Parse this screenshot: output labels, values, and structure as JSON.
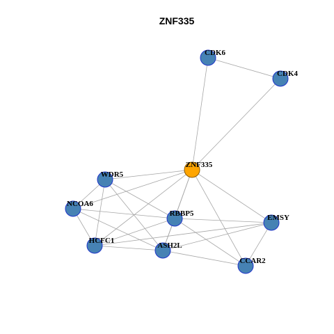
{
  "title": "ZNF335",
  "colors": {
    "node_fill": "#4682b4",
    "center_fill": "#ffa500",
    "edge": "#a6a6a6"
  },
  "nodes": [
    {
      "id": "ZNF335",
      "label": "ZNF335",
      "center": true
    },
    {
      "id": "CDK6",
      "label": "CDK6"
    },
    {
      "id": "CDK4",
      "label": "CDK4"
    },
    {
      "id": "WDR5",
      "label": "WDR5"
    },
    {
      "id": "NCOA6",
      "label": "NCOA6"
    },
    {
      "id": "RBBP5",
      "label": "RBBP5"
    },
    {
      "id": "EMSY",
      "label": "EMSY"
    },
    {
      "id": "HCFC1",
      "label": "HCFC1"
    },
    {
      "id": "ASH2L",
      "label": "ASH2L"
    },
    {
      "id": "CCAR2",
      "label": "CCAR2"
    }
  ],
  "edges": [
    [
      "CDK6",
      "CDK4"
    ],
    [
      "CDK6",
      "ZNF335"
    ],
    [
      "CDK4",
      "ZNF335"
    ],
    [
      "ZNF335",
      "WDR5"
    ],
    [
      "ZNF335",
      "NCOA6"
    ],
    [
      "ZNF335",
      "RBBP5"
    ],
    [
      "ZNF335",
      "EMSY"
    ],
    [
      "ZNF335",
      "HCFC1"
    ],
    [
      "ZNF335",
      "ASH2L"
    ],
    [
      "ZNF335",
      "CCAR2"
    ],
    [
      "WDR5",
      "NCOA6"
    ],
    [
      "WDR5",
      "RBBP5"
    ],
    [
      "WDR5",
      "HCFC1"
    ],
    [
      "WDR5",
      "ASH2L"
    ],
    [
      "NCOA6",
      "RBBP5"
    ],
    [
      "NCOA6",
      "HCFC1"
    ],
    [
      "NCOA6",
      "ASH2L"
    ],
    [
      "RBBP5",
      "EMSY"
    ],
    [
      "RBBP5",
      "HCFC1"
    ],
    [
      "RBBP5",
      "ASH2L"
    ],
    [
      "RBBP5",
      "CCAR2"
    ],
    [
      "HCFC1",
      "ASH2L"
    ],
    [
      "HCFC1",
      "EMSY"
    ],
    [
      "ASH2L",
      "EMSY"
    ],
    [
      "ASH2L",
      "CCAR2"
    ],
    [
      "EMSY",
      "CCAR2"
    ]
  ]
}
